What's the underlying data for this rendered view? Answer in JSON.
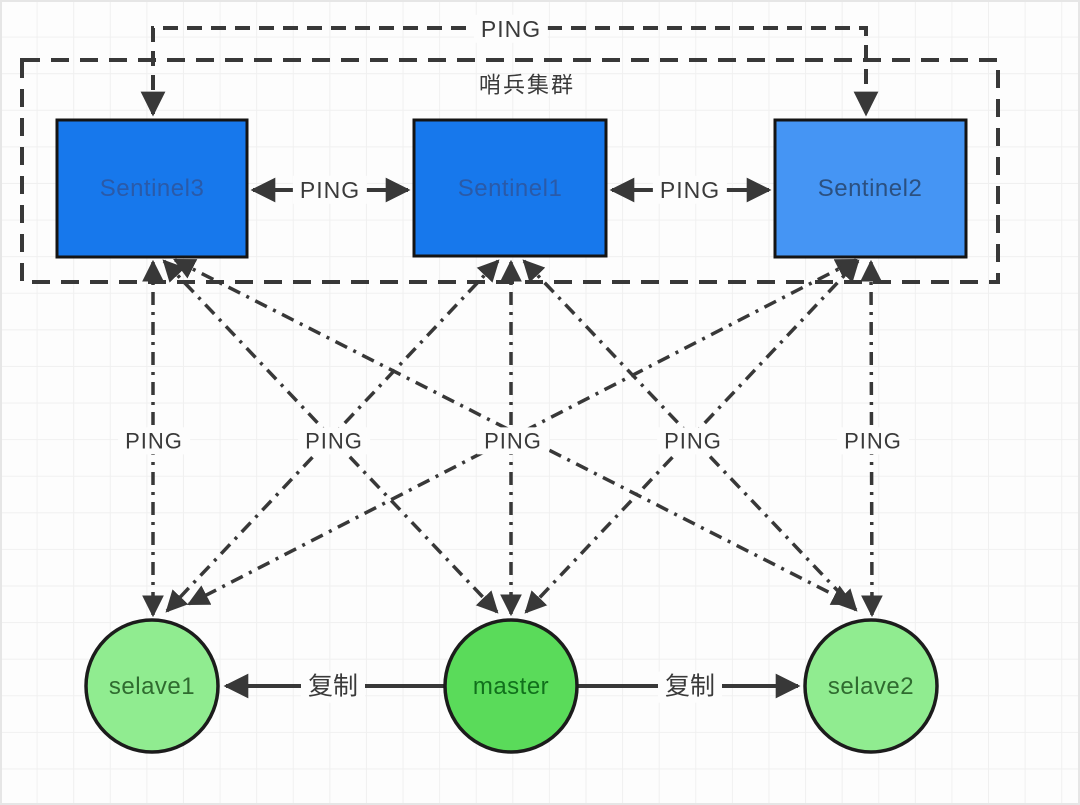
{
  "colors": {
    "line": "#383838",
    "sentinel_fill": "#1778EC",
    "sentinel2_fill": "#4595F4",
    "sentinel_text": "#2a5aa8",
    "sentinel2_text": "#2b5080",
    "master_fill": "#5ADB5A",
    "slave_fill": "#90EC90",
    "master_text": "#11701c",
    "slave_text": "#2f6b2f"
  },
  "cluster": {
    "label": "哨兵集群"
  },
  "nodes": {
    "sentinel3": {
      "label": "Sentinel3"
    },
    "sentinel1": {
      "label": "Sentinel1"
    },
    "sentinel2": {
      "label": "Sentinel2"
    },
    "slave1": {
      "label": "selave1"
    },
    "master": {
      "label": "master"
    },
    "slave2": {
      "label": "selave2"
    }
  },
  "labels": {
    "top_ping": "PING",
    "ping_s3_s1": "PING",
    "ping_s1_s2": "PING",
    "monitor_pings": [
      "PING",
      "PING",
      "PING",
      "PING",
      "PING"
    ],
    "replicate_left": "复制",
    "replicate_right": "复制"
  }
}
